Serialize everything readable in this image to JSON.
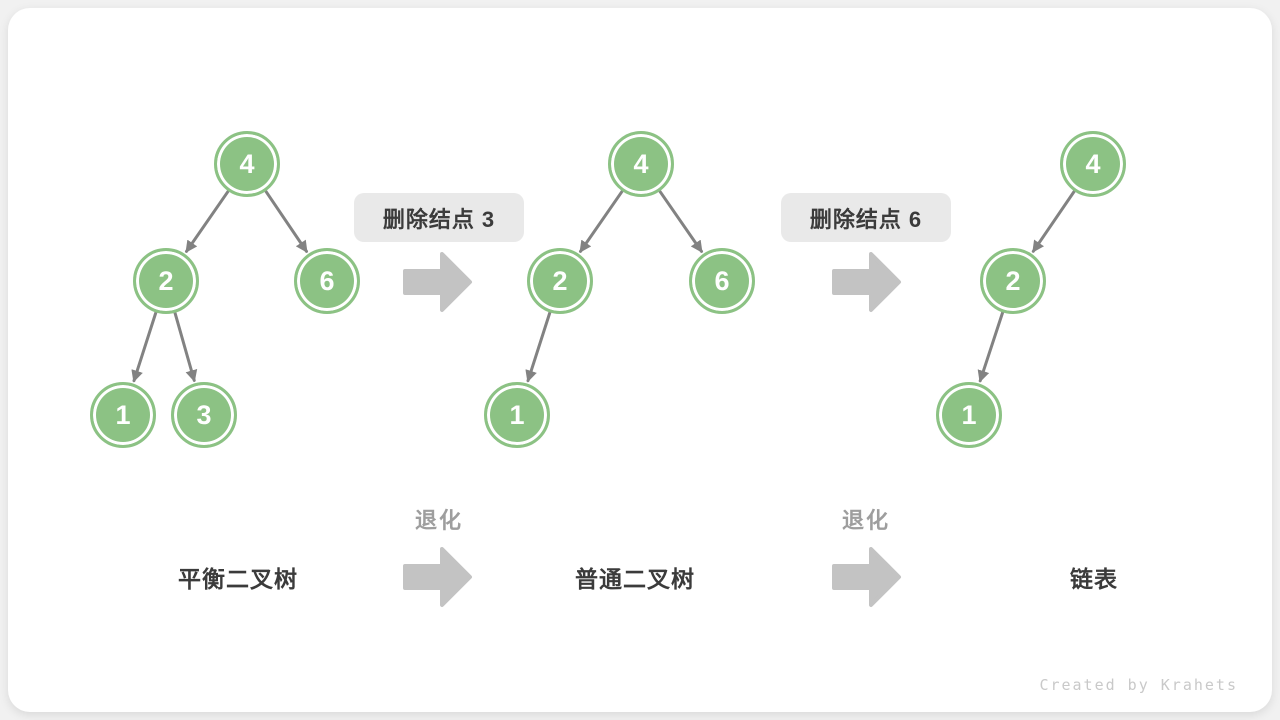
{
  "colors": {
    "page_bg": "#f1f1f1",
    "card_bg": "#ffffff",
    "node_green": "#8cc284",
    "node_text": "#ffffff",
    "edge_gray": "#828282",
    "block_arrow_gray": "#c3c3c3",
    "op_box_bg": "#e9e9e9",
    "dark_text": "#3b3b3b",
    "degrade_text": "#9e9e9e",
    "watermark_text": "#c9c9c9"
  },
  "trees": [
    {
      "name": "平衡二叉树",
      "nodes": [
        {
          "value": "4"
        },
        {
          "value": "2"
        },
        {
          "value": "6"
        },
        {
          "value": "1"
        },
        {
          "value": "3"
        }
      ]
    },
    {
      "name": "普通二叉树",
      "nodes": [
        {
          "value": "4"
        },
        {
          "value": "2"
        },
        {
          "value": "6"
        },
        {
          "value": "1"
        }
      ]
    },
    {
      "name": "链表",
      "nodes": [
        {
          "value": "4"
        },
        {
          "value": "2"
        },
        {
          "value": "1"
        }
      ]
    }
  ],
  "operations": [
    {
      "label": "删除结点 3"
    },
    {
      "label": "删除结点 6"
    }
  ],
  "degrade_labels": [
    {
      "text": "退化"
    },
    {
      "text": "退化"
    }
  ],
  "bottom_labels": [
    {
      "text": "平衡二叉树"
    },
    {
      "text": "普通二叉树"
    },
    {
      "text": "链表"
    }
  ],
  "watermark": "Created by Krahets"
}
